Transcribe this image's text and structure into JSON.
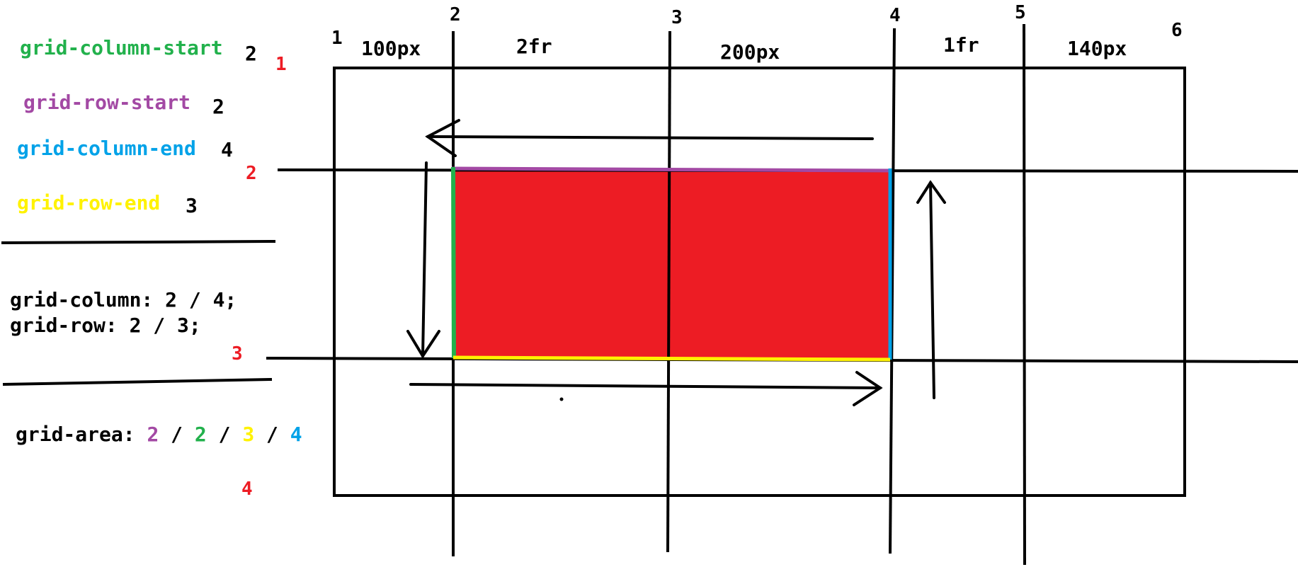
{
  "colors": {
    "ink": "#000000",
    "item_fill": "#ed1c24",
    "row_start": "#a349a4",
    "column_start": "#22b14c",
    "column_end": "#00a2e8",
    "row_end": "#fff200",
    "row_numbers": "#ed1c24"
  },
  "legend": {
    "items": [
      {
        "property": "grid-column-start",
        "value": "2",
        "color": "#22b14c"
      },
      {
        "property": "grid-row-start",
        "value": "2",
        "color": "#a349a4"
      },
      {
        "property": "grid-column-end",
        "value": "4",
        "color": "#00a2e8"
      },
      {
        "property": "grid-row-end",
        "value": "3",
        "color": "#fff200"
      }
    ]
  },
  "shorthand": {
    "line1": "grid-column: 2 / 4;",
    "line2": "grid-row: 2 / 3;"
  },
  "area": {
    "prefix": "grid-area:",
    "sep": "/",
    "values": [
      {
        "value": "2",
        "color": "#a349a4"
      },
      {
        "value": "2",
        "color": "#22b14c"
      },
      {
        "value": "3",
        "color": "#fff200"
      },
      {
        "value": "4",
        "color": "#00a2e8"
      }
    ]
  },
  "grid": {
    "column_lines": [
      "1",
      "2",
      "3",
      "4",
      "5",
      "6"
    ],
    "column_tracks": [
      "100px",
      "2fr",
      "200px",
      "1fr",
      "140px"
    ],
    "row_lines": [
      "1",
      "2",
      "3",
      "4"
    ]
  },
  "item": {
    "column_start": 2,
    "column_end": 4,
    "row_start": 2,
    "row_end": 3
  }
}
